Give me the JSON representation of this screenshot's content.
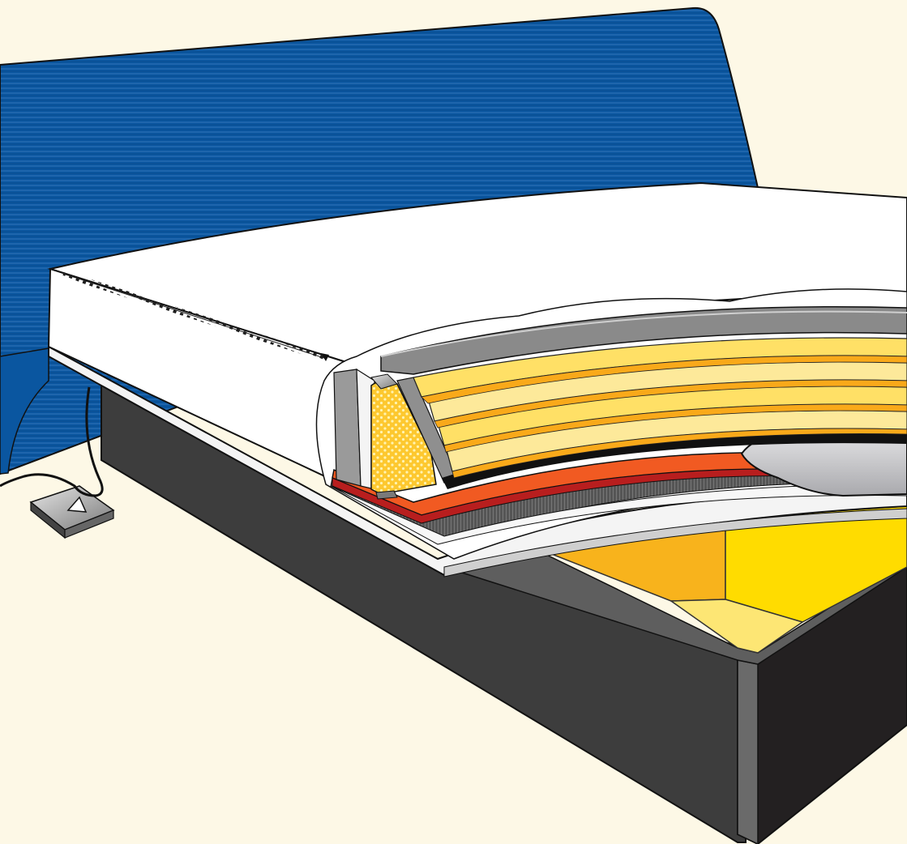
{
  "illustration": {
    "subject": "waterbed-cutaway",
    "labels": [],
    "colors": {
      "background": "#fdf8e6",
      "headboard": "#0a56a0",
      "frame": "#3d3d3d",
      "frame_dark": "#232021",
      "mattress_cover": "#ffffff",
      "cushion_light": "#fde99a",
      "cushion_mid": "#ffd94a",
      "cushion_dark": "#f9a91a",
      "heater_pad": "#f15a22",
      "liner_red": "#b81e1e",
      "foam_yellow": "#fdc82f",
      "frame_inner_left": "#f8b31c",
      "frame_inner_right": "#ffdc00",
      "frame_inner_floor": "#fde674",
      "water_bag": "#c8c8ca"
    },
    "parts": [
      "headboard",
      "bed-frame",
      "mattress-cover",
      "zipper",
      "fiber-cushion-layers",
      "foam-side-wall",
      "heater-pad",
      "safety-liner",
      "water-chamber",
      "base-board",
      "heater-controller",
      "power-cable"
    ]
  }
}
